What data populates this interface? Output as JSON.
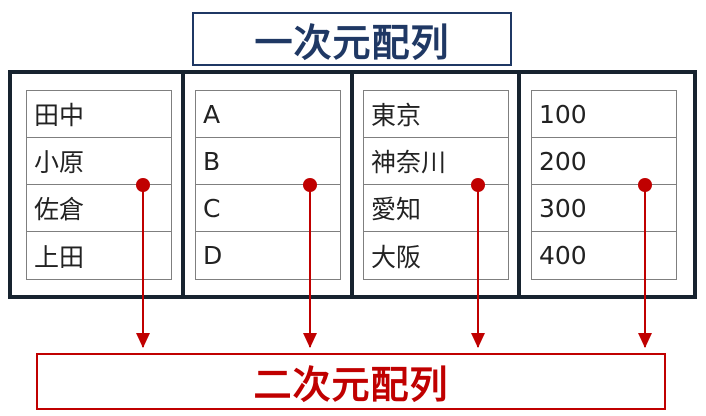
{
  "top_title": "一次元配列",
  "bottom_title": "二次元配列",
  "columns": [
    {
      "cells": [
        "田中",
        "小原",
        "佐倉",
        "上田"
      ]
    },
    {
      "cells": [
        "A",
        "B",
        "C",
        "D"
      ]
    },
    {
      "cells": [
        "東京",
        "神奈川",
        "愛知",
        "大阪"
      ]
    },
    {
      "cells": [
        "100",
        "200",
        "300",
        "400"
      ]
    }
  ],
  "colors": {
    "navy": "#1f3864",
    "red": "#c00000",
    "frame": "#17232f",
    "cell_border": "#7f7f7f"
  }
}
